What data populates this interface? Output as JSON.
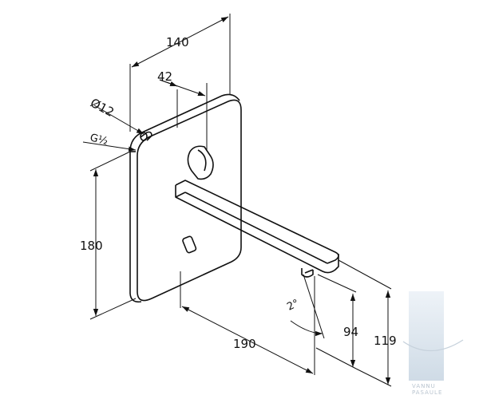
{
  "dimensions": {
    "width_total": "140",
    "spout_offset": "42",
    "pipe_diameter": "Ø12",
    "thread": "G½",
    "plate_height": "180",
    "spout_projection": "190",
    "outlet_height": "94",
    "outlet_height_total": "119",
    "angle": "2°"
  },
  "watermark": {
    "line1": "VANNU",
    "line2": "PASAULE"
  },
  "colors": {
    "line": "#111111",
    "watermark": "#b9c4cf"
  }
}
